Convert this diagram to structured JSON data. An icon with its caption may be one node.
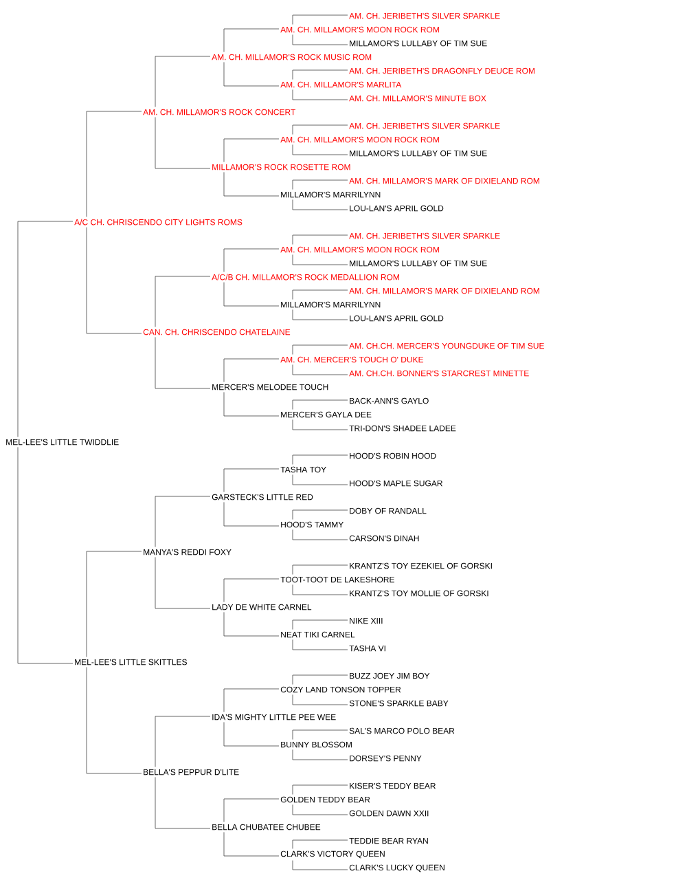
{
  "diagram": {
    "nodes": [
      {
        "text": [
          "AM. CH. JERIBETH'S SILVER SPARKLE"
        ]
      },
      {
        "text": [
          "AM. CH. MILLAMOR'S MOON ROCK ROM"
        ]
      },
      {
        "text": [
          "MILLAMOR'S LULLABY OF TIM SUE"
        ]
      },
      {
        "text": [
          "AM. CH. MILLAMOR'S ROCK MUSIC ROM"
        ]
      },
      {
        "text": [
          "AM. CH. JERIBETH'S DRAGONFLY DEUCE ROM"
        ]
      },
      {
        "text": [
          "AM. CH. MILLAMOR'S MARLITA"
        ]
      },
      {
        "text": [
          "AM. CH. MILLAMOR'S MINUTE BOX"
        ]
      },
      {
        "text": [
          "AM. CH. MILLAMOR'S ROCK CONCERT"
        ]
      },
      {
        "text": [
          "AM. CH. JERIBETH'S SILVER SPARKLE"
        ]
      },
      {
        "text": [
          "AM. CH. MILLAMOR'S MOON ROCK ROM"
        ]
      },
      {
        "text": [
          "MILLAMOR'S LULLABY OF TIM SUE"
        ]
      },
      {
        "text": [
          "MILLAMOR'S ROCK ROSETTE ROM"
        ]
      },
      {
        "text": [
          "AM. CH. MILLAMOR'S MARK OF DIXIELAND ROM"
        ]
      },
      {
        "text": [
          "MILLAMOR'S MARRILYNN"
        ]
      },
      {
        "text": [
          "LOU-LAN'S APRIL GOLD"
        ]
      },
      {
        "text": [
          "A/C CH. CHRISCENDO CITY LIGHTS ROMS"
        ]
      },
      {
        "text": [
          "AM. CH. JERIBETH'S SILVER SPARKLE"
        ]
      },
      {
        "text": [
          "AM. CH. MILLAMOR'S MOON ROCK ROM"
        ]
      },
      {
        "text": [
          "MILLAMOR'S LULLABY OF TIM SUE"
        ]
      },
      {
        "text": [
          "A/C/B CH. MILLAMOR'S ROCK MEDALLION ROM"
        ]
      },
      {
        "text": [
          "AM. CH. MILLAMOR'S MARK OF DIXIELAND ROM"
        ]
      },
      {
        "text": [
          "MILLAMOR'S MARRILYNN"
        ]
      },
      {
        "text": [
          "LOU-LAN'S APRIL GOLD"
        ]
      },
      {
        "text": [
          "CAN. CH. CHRISCENDO CHATELAINE"
        ]
      },
      {
        "text": [
          "AM. CH.CH. MERCER'S YOUNGDUKE OF TIM SUE"
        ]
      },
      {
        "text": [
          "AM. CH. MERCER'S TOUCH O' DUKE"
        ]
      },
      {
        "text": [
          "AM. CH.CH. BONNER'S STARCREST MINETTE"
        ]
      },
      {
        "text": [
          "MERCER'S MELODEE TOUCH"
        ]
      },
      {
        "text": [
          "BACK-ANN'S GAYLO"
        ]
      },
      {
        "text": [
          "MERCER'S GAYLA DEE"
        ]
      },
      {
        "text": [
          "TRI-DON'S SHADEE LADEE"
        ]
      },
      {
        "text": [
          "MEL-LEE'S LITTLE TWIDDLIE"
        ]
      },
      {
        "text": [
          "HOOD'S ROBIN HOOD"
        ]
      },
      {
        "text": [
          "TASHA TOY"
        ]
      },
      {
        "text": [
          "HOOD'S MAPLE SUGAR"
        ]
      },
      {
        "text": [
          "GARSTECK'S LITTLE RED"
        ]
      },
      {
        "text": [
          "DOBY OF RANDALL"
        ]
      },
      {
        "text": [
          "HOOD'S TAMMY"
        ]
      },
      {
        "text": [
          "CARSON'S DINAH"
        ]
      },
      {
        "text": [
          "MANYA'S REDDI FOXY"
        ]
      },
      {
        "text": [
          "KRANTZ'S TOY EZEKIEL OF GORSKI"
        ]
      },
      {
        "text": [
          "TOOT-TOOT DE LAKESHORE"
        ]
      },
      {
        "text": [
          "KRANTZ'S TOY MOLLIE OF GORSKI"
        ]
      },
      {
        "text": [
          "LADY DE WHITE CARNEL"
        ]
      },
      {
        "text": [
          "NIKE XIII"
        ]
      },
      {
        "text": [
          "NEAT TIKI CARNEL"
        ]
      },
      {
        "text": [
          "TASHA VI"
        ]
      },
      {
        "text": [
          "MEL-LEE'S LITTLE SKITTLES"
        ]
      },
      {
        "text": [
          "BUZZ JOEY JIM BOY"
        ]
      },
      {
        "text": [
          "COZY LAND TONSON TOPPER"
        ]
      },
      {
        "text": [
          "STONE'S SPARKLE BABY"
        ]
      },
      {
        "text": [
          "IDA'S MIGHTY LITTLE PEE WEE"
        ]
      },
      {
        "text": [
          "SAL'S MARCO POLO BEAR"
        ]
      },
      {
        "text": [
          "BUNNY BLOSSOM"
        ]
      },
      {
        "text": [
          "DORSEY'S PENNY"
        ]
      },
      {
        "text": [
          "BELLA'S PEPPUR D'LITE"
        ]
      },
      {
        "text": [
          "KISER'S TEDDY BEAR"
        ]
      },
      {
        "text": [
          "GOLDEN TEDDY BEAR"
        ]
      },
      {
        "text": [
          "GOLDEN DAWN XXII"
        ]
      },
      {
        "text": [
          "BELLA CHUBATEE CHUBEE"
        ]
      },
      {
        "text": [
          "TEDDIE BEAR RYAN"
        ]
      },
      {
        "text": [
          "CLARK'S VICTORY QUEEN"
        ]
      },
      {
        "text": [
          "CLARK'S LUCKY QUEEN"
        ]
      }
    ],
    "edges": [
      {
        "from": 31,
        "to": 15,
        "arrow": "none"
      },
      {
        "from": 31,
        "to": 47,
        "arrow": "none"
      },
      {
        "from": 15,
        "to": 7,
        "arrow": "none"
      },
      {
        "from": 15,
        "to": 23,
        "arrow": "none"
      },
      {
        "from": 47,
        "to": 39,
        "arrow": "none"
      },
      {
        "from": 47,
        "to": 55,
        "arrow": "none"
      },
      {
        "from": 7,
        "to": 3,
        "arrow": "none"
      },
      {
        "from": 7,
        "to": 11,
        "arrow": "none"
      },
      {
        "from": 23,
        "to": 19,
        "arrow": "none"
      },
      {
        "from": 23,
        "to": 27,
        "arrow": "none"
      },
      {
        "from": 39,
        "to": 35,
        "arrow": "none"
      },
      {
        "from": 39,
        "to": 43,
        "arrow": "none"
      },
      {
        "from": 55,
        "to": 51,
        "arrow": "none"
      },
      {
        "from": 55,
        "to": 59,
        "arrow": "none"
      },
      {
        "from": 3,
        "to": 1,
        "arrow": "none"
      },
      {
        "from": 3,
        "to": 5,
        "arrow": "none"
      },
      {
        "from": 11,
        "to": 9,
        "arrow": "none"
      },
      {
        "from": 11,
        "to": 13,
        "arrow": "none"
      },
      {
        "from": 19,
        "to": 17,
        "arrow": "none"
      },
      {
        "from": 19,
        "to": 21,
        "arrow": "none"
      },
      {
        "from": 27,
        "to": 25,
        "arrow": "none"
      },
      {
        "from": 27,
        "to": 29,
        "arrow": "none"
      },
      {
        "from": 35,
        "to": 33,
        "arrow": "none"
      },
      {
        "from": 35,
        "to": 37,
        "arrow": "none"
      },
      {
        "from": 43,
        "to": 41,
        "arrow": "none"
      },
      {
        "from": 43,
        "to": 45,
        "arrow": "none"
      },
      {
        "from": 51,
        "to": 49,
        "arrow": "none"
      },
      {
        "from": 51,
        "to": 53,
        "arrow": "none"
      },
      {
        "from": 59,
        "to": 57,
        "arrow": "none"
      },
      {
        "from": 59,
        "to": 61,
        "arrow": "none"
      },
      {
        "from": 1,
        "to": 0,
        "arrow": "none"
      },
      {
        "from": 1,
        "to": 2,
        "arrow": "none"
      },
      {
        "from": 5,
        "to": 4,
        "arrow": "none"
      },
      {
        "from": 5,
        "to": 6,
        "arrow": "none"
      },
      {
        "from": 9,
        "to": 8,
        "arrow": "none"
      },
      {
        "from": 9,
        "to": 10,
        "arrow": "none"
      },
      {
        "from": 13,
        "to": 12,
        "arrow": "none"
      },
      {
        "from": 13,
        "to": 14,
        "arrow": "none"
      },
      {
        "from": 17,
        "to": 16,
        "arrow": "none"
      },
      {
        "from": 17,
        "to": 18,
        "arrow": "none"
      },
      {
        "from": 21,
        "to": 20,
        "arrow": "none"
      },
      {
        "from": 21,
        "to": 22,
        "arrow": "none"
      },
      {
        "from": 25,
        "to": 24,
        "arrow": "none"
      },
      {
        "from": 25,
        "to": 26,
        "arrow": "none"
      },
      {
        "from": 29,
        "to": 28,
        "arrow": "none"
      },
      {
        "from": 29,
        "to": 30,
        "arrow": "none"
      },
      {
        "from": 33,
        "to": 32,
        "arrow": "none"
      },
      {
        "from": 33,
        "to": 34,
        "arrow": "none"
      },
      {
        "from": 37,
        "to": 36,
        "arrow": "none"
      },
      {
        "from": 37,
        "to": 38,
        "arrow": "none"
      },
      {
        "from": 41,
        "to": 40,
        "arrow": "none"
      },
      {
        "from": 41,
        "to": 42,
        "arrow": "none"
      },
      {
        "from": 45,
        "to": 44,
        "arrow": "none"
      },
      {
        "from": 45,
        "to": 46,
        "arrow": "none"
      },
      {
        "from": 49,
        "to": 48,
        "arrow": "none"
      },
      {
        "from": 49,
        "to": 50,
        "arrow": "none"
      },
      {
        "from": 53,
        "to": 52,
        "arrow": "none"
      },
      {
        "from": 53,
        "to": 54,
        "arrow": "none"
      },
      {
        "from": 57,
        "to": 56,
        "arrow": "none"
      },
      {
        "from": 57,
        "to": 58,
        "arrow": "none"
      },
      {
        "from": 61,
        "to": 60,
        "arrow": "none"
      },
      {
        "from": 61,
        "to": 62,
        "arrow": "none"
      }
    ]
  }
}
